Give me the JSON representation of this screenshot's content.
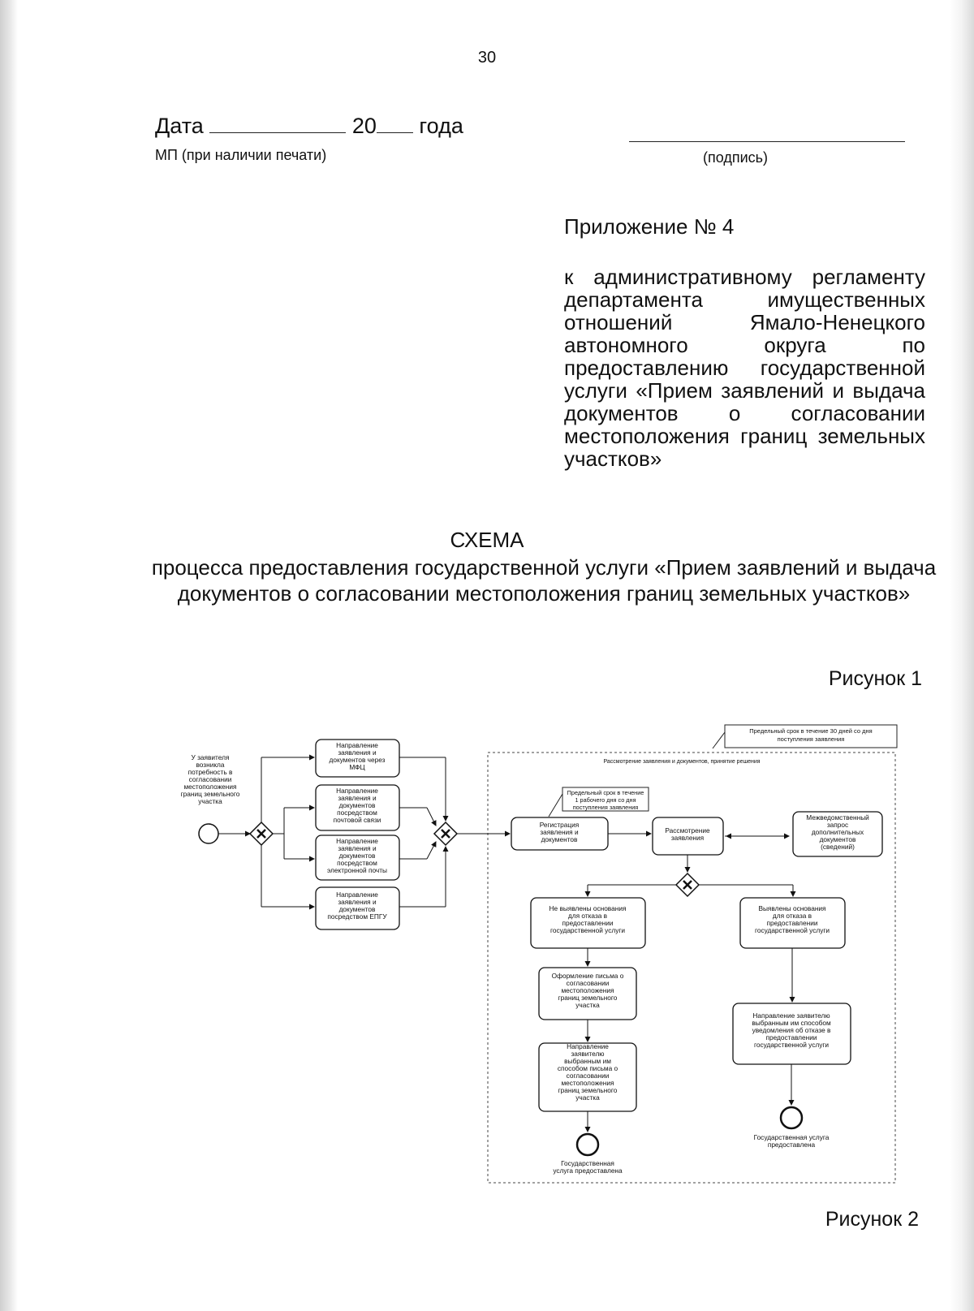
{
  "page_number": "30",
  "header": {
    "date_prefix": "Дата",
    "date_year": "20",
    "date_suffix": "года",
    "stamp_note": "МП (при наличии печати)",
    "signature_label": "(подпись)"
  },
  "annex": {
    "title": "Приложение № 4",
    "text": "к административному регламенту департамента имущественных отношений Ямало-Ненецкого автономного округа по предоставлению государственной услуги «Прием заявлений и выдача документов о согласовании местоположения границ земельных участков»"
  },
  "schema": {
    "title": "СХЕМА",
    "subtitle": "процесса предоставления государственной услуги «Прием заявлений и выдача документов о согласовании местоположения границ земельных участков»"
  },
  "figures": {
    "fig1": "Рисунок 1",
    "fig2": "Рисунок 2"
  },
  "diagram": {
    "start_text": [
      "У заявителя",
      "возникла",
      "потребность в",
      "согласовании",
      "местоположения",
      "границ земельного",
      "участка"
    ],
    "channel_mfc": [
      "Направление",
      "заявления и",
      "документов через",
      "МФЦ"
    ],
    "channel_post": [
      "Направление",
      "заявления и",
      "документов",
      "посредством",
      "почтовой связи"
    ],
    "channel_email": [
      "Направление",
      "заявления и",
      "документов",
      "посредством",
      "электронной почты"
    ],
    "channel_epgu": [
      "Направление",
      "заявления и",
      "документов",
      "посредством ЕПГУ"
    ],
    "deadline_30": [
      "Предельный срок в течение 30 дней со дня",
      "поступления заявления"
    ],
    "pool_title": "Рассмотрение заявления и документов, принятие решения",
    "deadline_1": [
      "Предельный срок в течение",
      "1 рабочего дня со дня",
      "поступления заявления"
    ],
    "registration": [
      "Регистрация",
      "заявления и",
      "документов"
    ],
    "review": [
      "Рассмотрение",
      "заявления"
    ],
    "interagency": [
      "Межведомственный",
      "запрос",
      "дополнительных",
      "документов",
      "(сведений)"
    ],
    "no_grounds": [
      "Не выявлены основания",
      "для отказа в",
      "предоставлении",
      "государственной услуги"
    ],
    "grounds": [
      "Выявлены основания",
      "для отказа в",
      "предоставлении",
      "государственной услуги"
    ],
    "letter": [
      "Оформление письма о",
      "согласовании",
      "местоположения",
      "границ земельного",
      "участка"
    ],
    "send_letter": [
      "Направление",
      "заявителю",
      "выбранным им",
      "способом письма о",
      "согласовании",
      "местоположения",
      "границ земельного",
      "участка"
    ],
    "send_refusal": [
      "Направление заявителю",
      "выбранным им способом",
      "уведомления об отказе в",
      "предоставлении",
      "государственной услуги"
    ],
    "end_left": [
      "Государственная",
      "услуга предоставлена"
    ],
    "end_right": [
      "Государственная услуга",
      "предоставлена"
    ]
  }
}
